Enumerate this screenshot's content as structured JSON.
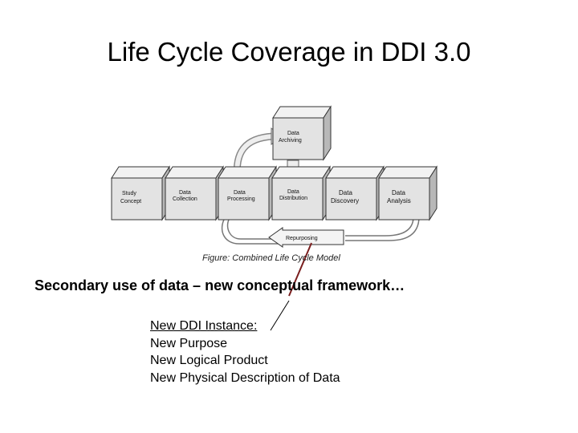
{
  "title": "Life Cycle Coverage in DDI 3.0",
  "figure": {
    "caption": "Figure: Combined Life Cycle Model",
    "boxes": {
      "study_concept": [
        "Study",
        "Concept"
      ],
      "data_collection": [
        "Data",
        "Collection"
      ],
      "data_processing": [
        "Data",
        "Processing"
      ],
      "data_distribution": [
        "Data",
        "Distribution"
      ],
      "data_discovery": [
        "Data",
        "Discovery"
      ],
      "data_analysis": [
        "Data",
        "Analysis"
      ],
      "data_archiving": [
        "Data",
        "Archiving"
      ]
    },
    "repurposing": "Repurposing"
  },
  "subtitle": "Secondary use of data – new conceptual framework…",
  "items": [
    "New DDI Instance:",
    "New Purpose",
    "New Logical Product",
    "New Physical Description of Data"
  ],
  "colors": {
    "box_front": "#e3e3e3",
    "box_top": "#f2f2f2",
    "box_side": "#b8b8b8",
    "callout_line": "#7a1e1e"
  }
}
